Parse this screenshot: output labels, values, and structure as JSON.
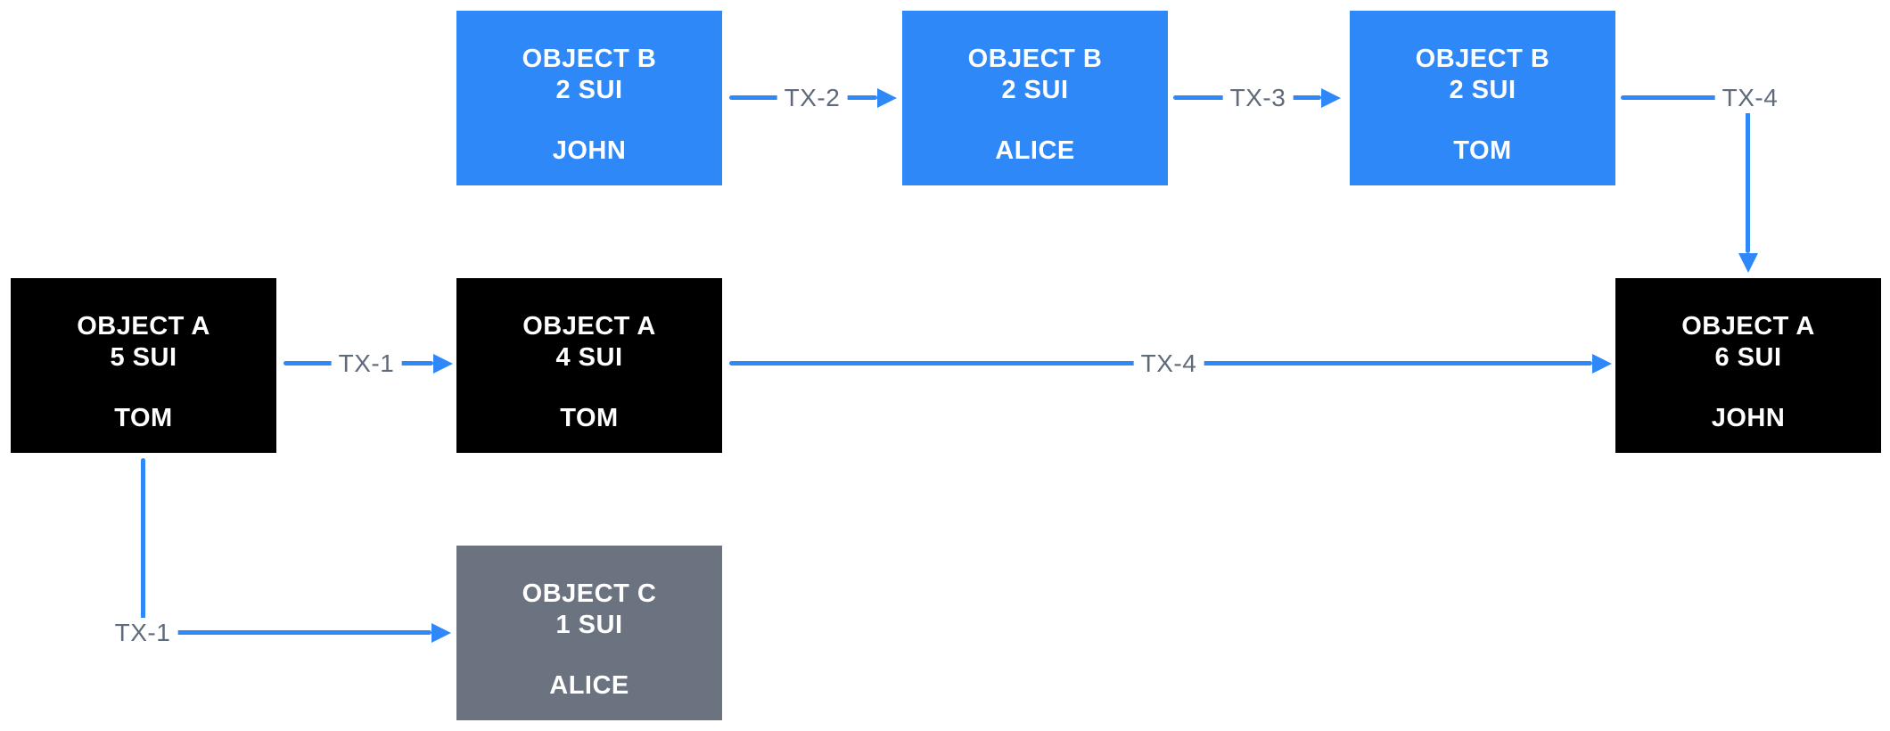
{
  "diagram": {
    "background": "#ffffff",
    "colors": {
      "node_blue": "#2f88f7",
      "node_black": "#000000",
      "node_gray": "#6b7280",
      "arrow_blue": "#2f88f7",
      "edge_label_text": "#5f6b7a",
      "node_text": "#ffffff"
    },
    "nodes": [
      {
        "id": "object-b-john",
        "title": "OBJECT B",
        "amount": "2 SUI",
        "owner": "JOHN",
        "color": "blue"
      },
      {
        "id": "object-b-alice",
        "title": "OBJECT B",
        "amount": "2 SUI",
        "owner": "ALICE",
        "color": "blue"
      },
      {
        "id": "object-b-tom",
        "title": "OBJECT B",
        "amount": "2 SUI",
        "owner": "TOM",
        "color": "blue"
      },
      {
        "id": "object-a-5-tom",
        "title": "OBJECT A",
        "amount": "5 SUI",
        "owner": "TOM",
        "color": "black"
      },
      {
        "id": "object-a-4-tom",
        "title": "OBJECT A",
        "amount": "4 SUI",
        "owner": "TOM",
        "color": "black"
      },
      {
        "id": "object-a-6-john",
        "title": "OBJECT A",
        "amount": "6 SUI",
        "owner": "JOHN",
        "color": "black"
      },
      {
        "id": "object-c-alice",
        "title": "OBJECT C",
        "amount": "1 SUI",
        "owner": "ALICE",
        "color": "gray"
      }
    ],
    "edges": [
      {
        "label": "TX-1",
        "from": "object-a-5-tom",
        "to": "object-a-4-tom"
      },
      {
        "label": "TX-1",
        "from": "object-a-5-tom",
        "to": "object-c-alice"
      },
      {
        "label": "TX-2",
        "from": "object-b-john",
        "to": "object-b-alice"
      },
      {
        "label": "TX-3",
        "from": "object-b-alice",
        "to": "object-b-tom"
      },
      {
        "label": "TX-4",
        "from": "object-b-tom",
        "to": "object-a-6-john"
      },
      {
        "label": "TX-4",
        "from": "object-a-4-tom",
        "to": "object-a-6-john"
      }
    ]
  }
}
